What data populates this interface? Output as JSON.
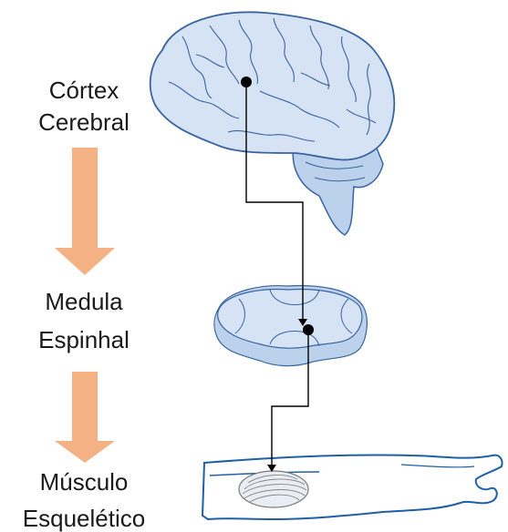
{
  "labels": {
    "cortex_line1": "Córtex",
    "cortex_line2": "Cerebral",
    "spinal_line1": "Medula",
    "spinal_line2": "Espinhal",
    "muscle_line1": "Músculo",
    "muscle_line2": "Esquelético"
  },
  "colors": {
    "arrow": "#f4b183",
    "organ_fill": "#d6e3f4",
    "organ_fill_dark": "#bcd1ec",
    "organ_stroke": "#3a64a0",
    "path_line": "#000000",
    "muscle_stroke": "#1f5fa8"
  }
}
